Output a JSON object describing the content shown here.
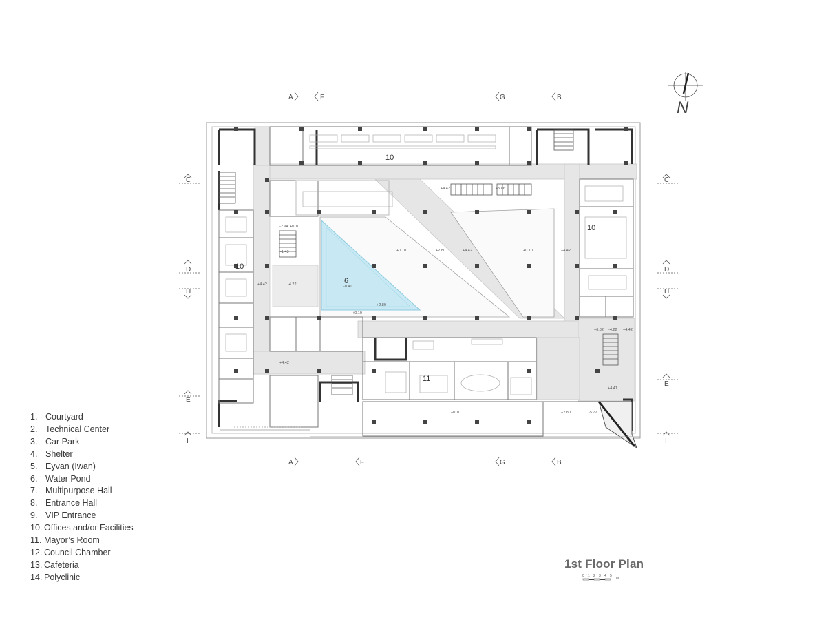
{
  "plan": {
    "title": "1st Floor Plan",
    "north_label": "N",
    "scale_labels": [
      "0",
      "1",
      "2",
      "3",
      "4",
      "5",
      "m"
    ],
    "section_markers": {
      "top": [
        "A",
        "F",
        "G",
        "B"
      ],
      "bottom": [
        "A",
        "F",
        "G",
        "B"
      ],
      "left": [
        "C",
        "D",
        "H",
        "E",
        "I"
      ],
      "right": [
        "C",
        "D",
        "H",
        "E",
        "I"
      ]
    },
    "room_labels": {
      "r10_top": "10",
      "r10_left": "10",
      "r10_right": "10",
      "r6": "6",
      "r11": "11"
    },
    "levels": {
      "l1": "+4.42",
      "l2": "+5.86",
      "l3": "-2.94",
      "l4": "+0.10",
      "l5": "-1.43",
      "l6": "+4.42",
      "l7": "-4.22",
      "l8": "-0.40",
      "l9": "+0.10",
      "l10": "+2.80",
      "l11": "+4.42",
      "l12": "+0.10",
      "l13": "+4.42",
      "l14": "+2.80",
      "l15": "+0.10",
      "l16": "+6.82",
      "l17": "-4.22",
      "l18": "+4.42",
      "l19": "+4.42",
      "l20": "+4.41",
      "l21": "+0.10",
      "l22": "+2.80",
      "l23": "-5.72"
    },
    "colors": {
      "wall": "#333333",
      "corridor": "#e6e6e6",
      "water": "#c8e9f3",
      "water_edge": "#8ccbe0",
      "stroke": "#9a9a9a"
    }
  },
  "legend": [
    {
      "num": "1.",
      "label": "Courtyard"
    },
    {
      "num": "2.",
      "label": "Technical Center"
    },
    {
      "num": "3.",
      "label": "Car Park"
    },
    {
      "num": "4.",
      "label": "Shelter"
    },
    {
      "num": "5.",
      "label": "Eyvan (Iwan)"
    },
    {
      "num": "6.",
      "label": "Water Pond"
    },
    {
      "num": "7.",
      "label": "Multipurpose Hall"
    },
    {
      "num": "8.",
      "label": "Entrance Hall"
    },
    {
      "num": "9.",
      "label": "VIP Entrance"
    },
    {
      "num": "10.",
      "label": "Offices and/or Facilities"
    },
    {
      "num": "11.",
      "label": "Mayor’s Room"
    },
    {
      "num": "12.",
      "label": "Council Chamber"
    },
    {
      "num": "13.",
      "label": "Cafeteria"
    },
    {
      "num": "14.",
      "label": "Polyclinic"
    }
  ]
}
